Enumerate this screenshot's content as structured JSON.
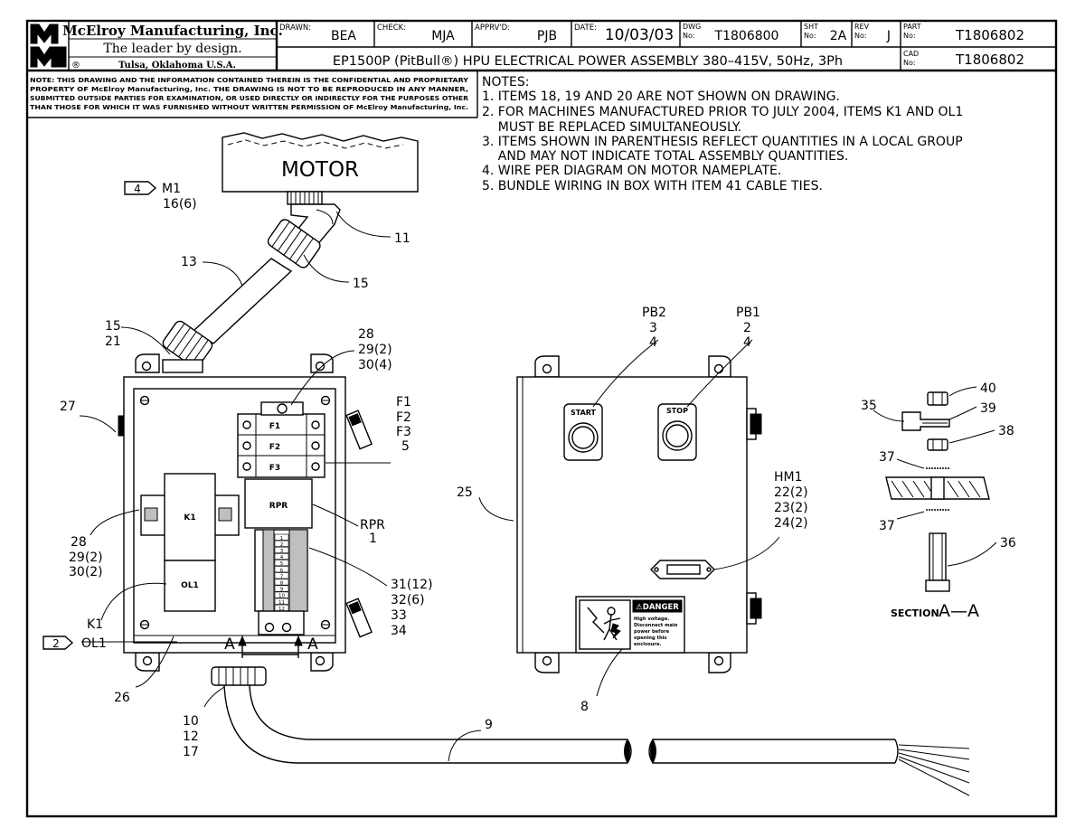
{
  "title_block": {
    "company": "McElroy Manufacturing, Inc.",
    "tagline": "The leader by design.",
    "location": "Tulsa, Oklahoma U.S.A.",
    "registered": "®",
    "drawn_label": "DRAWN:",
    "drawn_value": "BEA",
    "check_label": "CHECK:",
    "check_value": "MJA",
    "apprvd_label": "APPRV'D:",
    "apprvd_value": "PJB",
    "date_label": "DATE:",
    "date_value": "10/03/03",
    "dwg_label_1": "DWG",
    "dwg_label_2": "No:",
    "dwg_value": "T1806800",
    "sht_label_1": "SHT",
    "sht_label_2": "No:",
    "sht_value": "2A",
    "rev_label_1": "REV",
    "rev_label_2": "No:",
    "rev_value": "J",
    "part_label_1": "PART",
    "part_label_2": "No:",
    "part_value": "T1806802",
    "cad_label_1": "CAD",
    "cad_label_2": "No:",
    "cad_value": "T1806802",
    "description": "EP1500P (PitBull®)   HPU ELECTRICAL POWER ASSEMBLY 380–415V, 50Hz, 3Ph"
  },
  "confidential_note": [
    "NOTE: THIS DRAWING AND THE INFORMATION CONTAINED THEREIN IS THE CONFIDENTIAL AND PROPRIETARY",
    "PROPERTY OF McElroy Manufacturing, Inc. THE DRAWING IS NOT TO BE REPRODUCED IN ANY MANNER,",
    "SUBMITTED OUTSIDE PARTIES FOR EXAMINATION, OR USED DIRECTLY OR INDIRECTLY FOR THE PURPOSES OTHER",
    "THAN THOSE FOR WHICH IT WAS FURNISHED WITHOUT WRITTEN PERMISSION OF McElroy Manufacturing, Inc."
  ],
  "notes": {
    "heading": "NOTES:",
    "lines": [
      "1. ITEMS 18, 19 AND 20 ARE NOT SHOWN ON DRAWING.",
      "2. FOR MACHINES MANUFACTURED PRIOR TO JULY 2004, ITEMS K1 AND OL1",
      "    MUST BE REPLACED SIMULTANEOUSLY.",
      "3. ITEMS SHOWN IN PARENTHESIS REFLECT QUANTITIES IN A LOCAL GROUP",
      "    AND MAY NOT INDICATE TOTAL ASSEMBLY QUANTITIES.",
      "4. WIRE PER DIAGRAM ON MOTOR NAMEPLATE.",
      "5. BUNDLE WIRING IN BOX WITH ITEM 41 CABLE TIES."
    ]
  },
  "motor": {
    "label": "MOTOR",
    "flag_num": "4",
    "tag": "M1",
    "qty": "16(6)"
  },
  "callouts": {
    "c11": "11",
    "c13": "13",
    "c15a": "15",
    "c15b": "15",
    "c21": "21",
    "c27": "27",
    "c28a": "28",
    "c29a": "29(2)",
    "c30a": "30(4)",
    "f1": "F1",
    "f2": "F2",
    "f3": "F3",
    "c5": "5",
    "rpr": "RPR",
    "c1": "1",
    "c28b": "28",
    "c29b": "29(2)",
    "c30b": "30(2)",
    "c31": "31(12)",
    "c32": "32(6)",
    "c33": "33",
    "c34": "34",
    "k1": "K1",
    "ol1_flag_num": "2",
    "ol1": "OL1",
    "c26": "26",
    "c10": "10",
    "c12": "12",
    "c17": "17",
    "c9": "9",
    "c25": "25",
    "c8": "8",
    "pb2": "PB2",
    "pb2_a": "3",
    "pb2_b": "4",
    "pb1": "PB1",
    "pb1_a": "2",
    "pb1_b": "4",
    "hm1": "HM1",
    "hm1_a": "22(2)",
    "hm1_b": "23(2)",
    "hm1_c": "24(2)",
    "c40": "40",
    "c39": "39",
    "c35": "35",
    "c38": "38",
    "c37a": "37",
    "c37b": "37",
    "c36": "36"
  },
  "components": {
    "fuse_1": "F1",
    "fuse_2": "F2",
    "fuse_3": "F3",
    "relay": "RPR",
    "contactor": "K1",
    "overload": "OL1",
    "section_marker": "A",
    "terminal_numbers": [
      "1",
      "2",
      "3",
      "4",
      "5",
      "6",
      "7",
      "8",
      "9",
      "10",
      "11",
      "12"
    ]
  },
  "front_panel": {
    "start_label": "START",
    "stop_label": "STOP",
    "danger_title": "⚠DANGER",
    "danger_lines": [
      "High voltage.",
      "Disconnect main",
      "power before",
      "opening this",
      "enclosure."
    ]
  },
  "section": {
    "label_prefix": "SECTION",
    "label_letters": "A—A"
  }
}
